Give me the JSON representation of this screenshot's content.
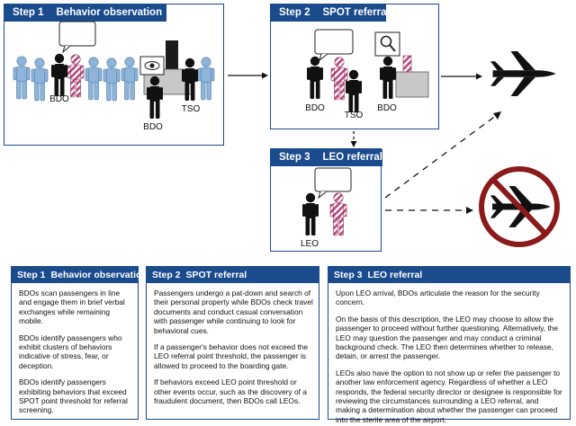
{
  "steps": {
    "step1": {
      "number": "Step 1",
      "name": "Behavior observation",
      "labels": [
        "BDO",
        "BDO",
        "TSO"
      ]
    },
    "step2": {
      "number": "Step 2",
      "name": "SPOT referral",
      "labels": [
        "BDO",
        "TSO",
        "BDO"
      ]
    },
    "step3": {
      "number": "Step 3",
      "name": "LEO referral",
      "labels": [
        "LEO"
      ]
    }
  },
  "descriptions": [
    {
      "number": "Step 1",
      "name": "Behavior observation",
      "paragraphs": [
        "BDOs scan passengers in line and engage them in brief verbal exchanges while remaining mobile.",
        "BDOs identify passengers who exhibit clusters of behaviors indicative of stress, fear, or deception.",
        "BDOs identify passengers exhibiting behaviors that exceed SPOT point threshold for referral screening."
      ]
    },
    {
      "number": "Step 2",
      "name": "SPOT referral",
      "paragraphs": [
        "Passengers undergo a pat-down and search of their personal property while BDOs check travel documents and conduct casual conversation with passenger while continuing to look for behavioral cues.",
        "If a passenger's behavior does not exceed the LEO referral point threshold, the passenger is allowed to proceed to the boarding gate.",
        "If behaviors exceed LEO point threshold or other events occur, such as the discovery of a fraudulent document, then BDOs call LEOs."
      ]
    },
    {
      "number": "Step 3",
      "name": "LEO referral",
      "paragraphs": [
        "Upon LEO arrival, BDOs articulate the reason for the security concern.",
        "On the basis of this description, the LEO may choose to allow the passenger to proceed without further questioning. Alternatively, the LEO may question the passenger and may conduct a criminal background check. The LEO then determines whether to release, detain, or arrest the passenger.",
        "LEOs also have the option to not show up or refer the passenger to another law enforcement agency. Regardless of whether  a LEO responds, the federal security director or designee is responsible for reviewing the circumstances surrounding a LEO referral, and making a determination about whether the passenger can proceed into the sterile area of the airport."
      ]
    }
  ],
  "colors": {
    "header_blue": "#1a4b8c",
    "passenger_blue": "#8fb4d9",
    "stripe_pink": "#b8487a",
    "no_circle_red": "#8b1a1a",
    "officer_black": "#111111"
  },
  "icons": [
    "passenger-icon",
    "officer-icon",
    "speech-bubble-icon",
    "magnifier-icon",
    "xray-scanner-icon",
    "airplane-icon",
    "no-fly-icon"
  ]
}
